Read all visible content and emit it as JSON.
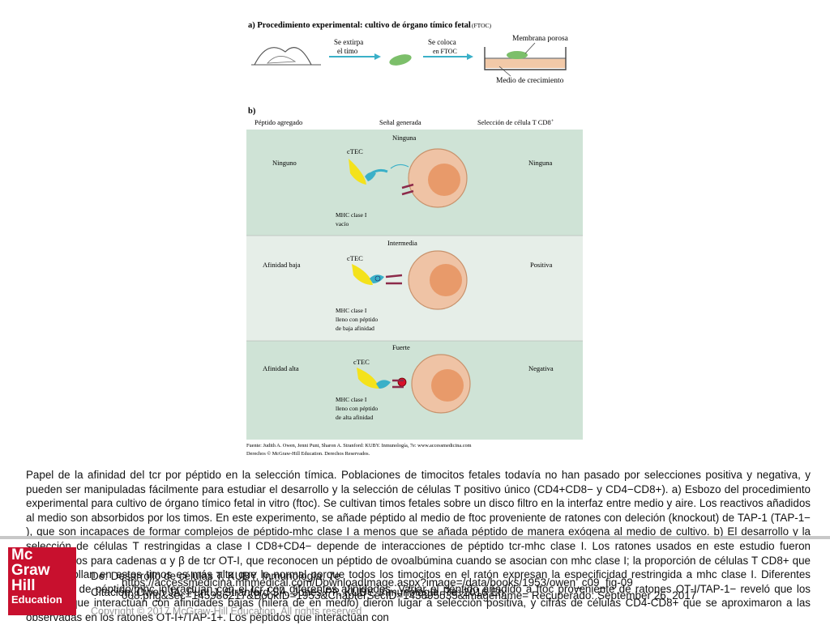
{
  "figure": {
    "panel_a_title": "a) Procedimiento experimental: cultivo de órgano tímico fetal",
    "panel_a_ftoc": "(FTOC)",
    "step1": "Se extirpa",
    "step1b": "el timo",
    "step2": "Se coloca",
    "step2b": "en FTOC",
    "membrane_label": "Membrana porosa",
    "medium_label": "Medio de crecimiento",
    "panel_b": "b)",
    "col1": "Péptido agregado",
    "col2": "Señal generada",
    "col3": "Selección de célula T CD8",
    "col3_sup": "+",
    "rows": [
      {
        "signal": "Ninguna",
        "peptide": "Ninguno",
        "selection": "Ninguna",
        "ctec": "cTEC",
        "mhc_l1": "MHC clase I",
        "mhc_l2": "vacío",
        "mhc_l3": ""
      },
      {
        "signal": "Intermedia",
        "peptide": "Afinidad baja",
        "selection": "Positiva",
        "ctec": "cTEC",
        "mhc_l1": "MHC clase I",
        "mhc_l2": "lleno con péptido",
        "mhc_l3": "de baja afinidad"
      },
      {
        "signal": "Fuerte",
        "peptide": "Afinidad alta",
        "selection": "Negativa",
        "ctec": "cTEC",
        "mhc_l1": "MHC clase I",
        "mhc_l2": "lleno con péptido",
        "mhc_l3": "de alta afinidad"
      }
    ],
    "source_line1": "Fuente: Judith A. Owen, Jenni Punt, Sharon A. Stranford: KUBY. Inmunología, 7e: www.accessmedicina.com",
    "source_line2": "Derechos © McGraw-Hill Education. Derechos Reservados."
  },
  "caption": {
    "p1": "Papel de la afinidad del tcr por péptido en la selección tímica. Poblaciones de timocitos fetales todavía no han pasado por selecciones positiva y negativa, y pueden ser manipuladas fácilmente para estudiar el desarrollo y la selección de células T positivo único (CD4+CD8− y CD4−CD8+). a) Esbozo del procedimiento experimental para cultivo de órgano tímico fetal in vitro (ftoc). Se cultivan timos fetales sobre un disco filtro en la interfaz entre medio y aire. Los reactivos añadidos al medio son absorbidos por los timos. En este experimento, se añade péptido al medio de ftoc proveniente de ratones con deleción (knockout) de TAP-1 (TAP-1− ), que son incapaces de formar complejos de péptido-mhc clase I a menos que se añada péptido de manera exógena al medio de cultivo. b) El desarrollo y la selección de células T restringidas a clase I CD8+CD4− depende de interacciones de péptido tcr-mhc clase I. Los ratones usados en este estudio fueron transgénicos para cadenas α y β de tcr OT-I, que reconocen un péptido de ovoalbúmina cuando se asocian con mhc clase I; la proporción de células T CD8+ que se desarrollan en estos timos es más alta que lo normal porque todos los timocitos en el ratón expresan la especificidad restringida a mhc clase I. Diferentes complejos de péptido/mhc interactúan con el tcr con diferentes afinidades. Variar el péptido añadido a ftoc proveniente de ratones OT-I/TAP-1− reveló que los péptidos que interactúan con afinidades bajas (hilera de en medio) dieron lugar a selección positiva, y cifras de células CD4-CD8+ que se aproximaron a las observadas en los ratones OT-I+/TAP-1+. Los péptidos que interactúan con"
  },
  "footer": {
    "logo_l1": "Mc",
    "logo_l2": "Graw",
    "logo_l3": "Hill",
    "logo_l4": "Education",
    "de_line": "De: Desarrollo de células T, KUBY. Inmunología, 7e",
    "citation": "Citación: Owen JA, Punt J, Stranford SA, Jones PP. KUBY. Inmunología, 7e; 2016 En:",
    "url1": "https://accessmedicina.mhmedical.com/DownloadImage.aspx?image=/data/books/1953/owen_c09_fig-09",
    "url2": "008.png&sec=145986217&BookID=1953&ChapterSecID=143895535&imagename= Recuperado: September 26, 2017",
    "copyright": "Copyright © 2017 McGraw-Hill Education. All rights reserved"
  },
  "colors": {
    "panel_green": "#cfe3d6",
    "teal": "#3ab0c8",
    "logo_red": "#c8102e"
  }
}
